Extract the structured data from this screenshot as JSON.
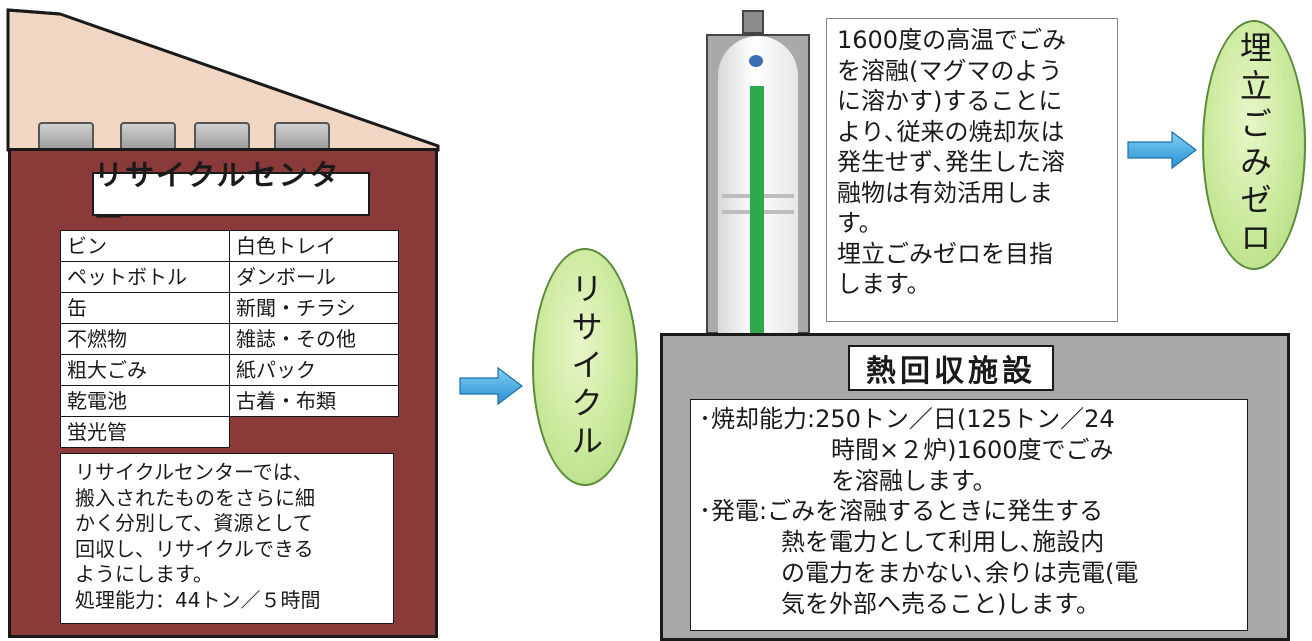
{
  "recycle_center": {
    "title": "リサイクルセンター",
    "items": [
      [
        "ビン",
        "白色トレイ"
      ],
      [
        "ペットボトル",
        "ダンボール"
      ],
      [
        "缶",
        "新聞・チラシ"
      ],
      [
        "不燃物",
        "雑誌・その他"
      ],
      [
        "粗大ごみ",
        "紙パック"
      ],
      [
        "乾電池",
        "古着・布類"
      ],
      [
        "蛍光管",
        ""
      ]
    ],
    "description_lines": [
      "リサイクルセンターでは、",
      "搬入されたものをさらに細",
      "かく分別して、資源として",
      "回収し、リサイクルできる",
      "ようにします。",
      "処理能力：44トン／５時間"
    ]
  },
  "recycle_label": "リサイクル",
  "landfill_label": "埋立ごみゼロ",
  "melting_description_lines": [
    "1600度の高温でごみ",
    "を溶融(マグマのよう",
    "に溶かす)することに",
    "より､従来の焼却灰は",
    "発生せず､発生した溶",
    "融物は有効活用しま",
    "す。",
    "埋立ごみゼロを目指",
    "します。"
  ],
  "heat_recovery": {
    "title": "熱回収施設",
    "capacity_lines": [
      "･焼却能力:250トン／日(125トン／24",
      "時間×２炉)1600度でごみ",
      "を溶融します。"
    ],
    "power_lines": [
      "･発電:ごみを溶融するときに発生する",
      "熱を電力として利用し､施設内",
      "の電力をまかない､余りは売電(電",
      "気を外部へ売ること)します。"
    ]
  },
  "colors": {
    "building_brick": "#8b3a3a",
    "facility_gray": "#a8a8a8",
    "ellipse_green": "#c9e99a",
    "arrow_blue": "#3aa6e0",
    "tower_green": "#2eaa4a",
    "tower_dot_blue": "#3a6fb8"
  }
}
